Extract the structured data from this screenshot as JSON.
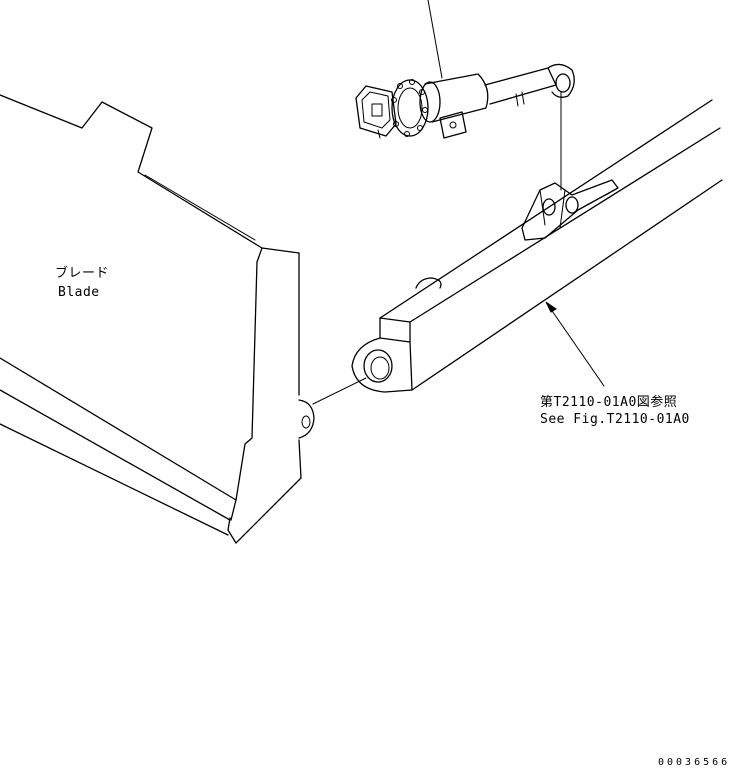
{
  "blade_label": {
    "japanese": "ブレード",
    "english": "Blade"
  },
  "reference_label": {
    "japanese": "第T2110-01A0図参照",
    "english": "See Fig.T2110-01A0"
  },
  "drawing_code": "00036566"
}
